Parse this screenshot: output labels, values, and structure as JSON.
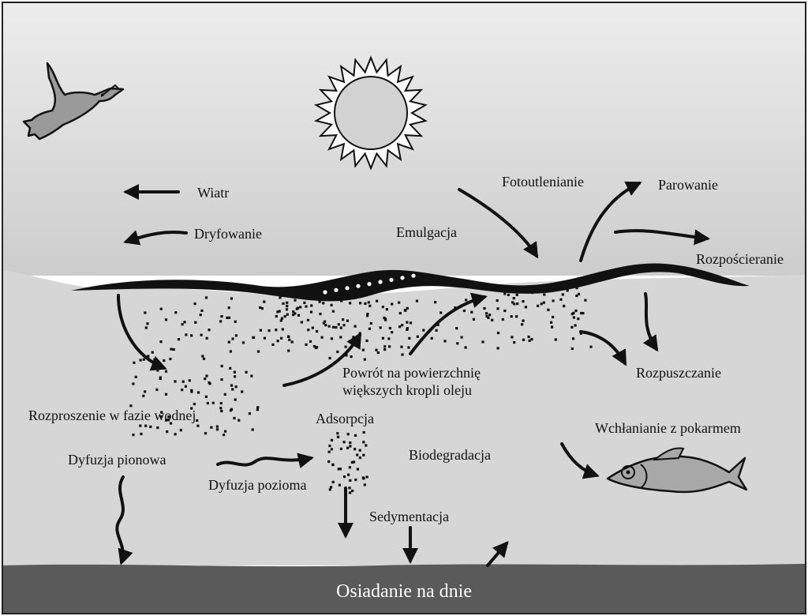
{
  "diagram": {
    "labels": {
      "wind": "Wiatr",
      "drift": "Dryfowanie",
      "emulsification": "Emulgacja",
      "photooxidation": "Fotoutlenianie",
      "evaporation": "Parowanie",
      "spreading": "Rozpościeranie",
      "return_line1": "Powrót na powierzchnię",
      "return_line2": "większych kropli oleju",
      "dissolution": "Rozpuszczanie",
      "dispersion": "Rozproszenie w fazie wodnej",
      "adsorption": "Adsorpcja",
      "absorption_food": "Wchłanianie z pokarmem",
      "vertical_diffusion": "Dyfuzja pionowa",
      "horizontal_diffusion": "Dyfuzja pozioma",
      "biodegradation": "Biodegradacja",
      "sedimentation": "Sedymentacja",
      "bottom_settling": "Osiadanie na dnie"
    },
    "icons": [
      "dove-icon",
      "sun-icon",
      "fish-icon"
    ],
    "colors": {
      "sky_top": "#ebebeb",
      "sky_bottom": "#cfcfcf",
      "water": "#d6d6d6",
      "bottom": "#5a5a5a",
      "oil": "#111111",
      "dove": "#9a9a9a",
      "fish": "#a8a8a8"
    }
  }
}
